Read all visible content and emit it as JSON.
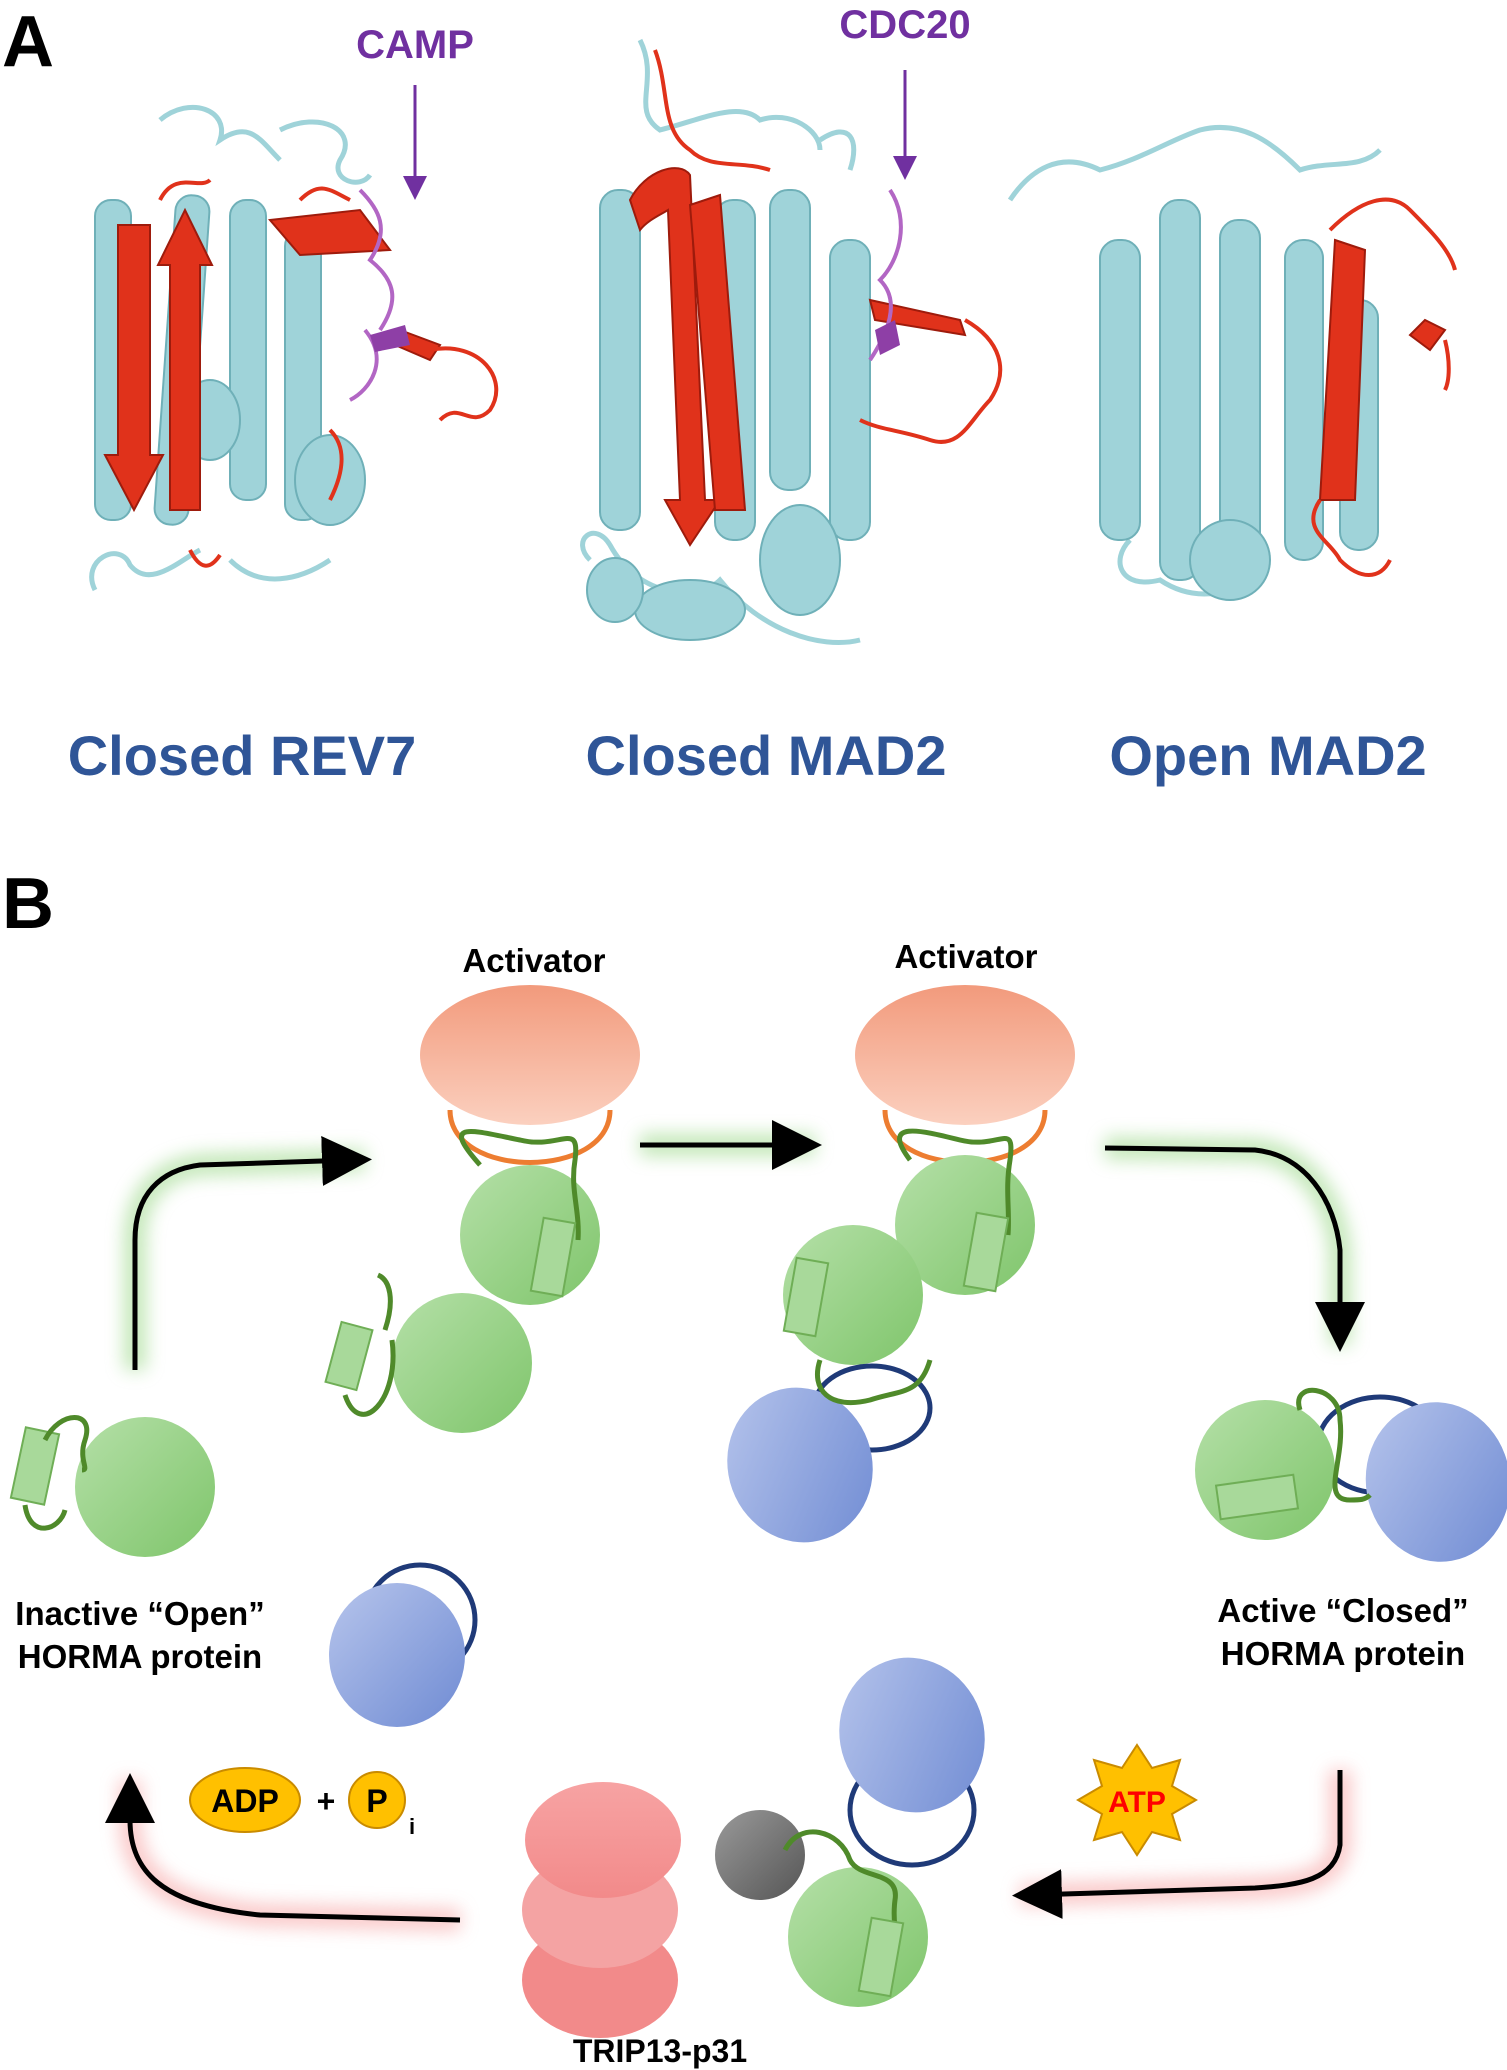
{
  "panel_a": {
    "letter": "A",
    "structures": [
      {
        "label": "Closed REV7",
        "peptide": "CAMP"
      },
      {
        "label": "Closed MAD2",
        "peptide": "CDC20"
      },
      {
        "label": "Open MAD2",
        "peptide": ""
      }
    ]
  },
  "panel_b": {
    "letter": "B",
    "activator_left": "Activator",
    "activator_right": "Activator",
    "inactive_line1": "Inactive “Open”",
    "inactive_line2": "HORMA protein",
    "active_line1": "Active “Closed”",
    "active_line2": "HORMA protein",
    "atp": "ATP",
    "adp": "ADP",
    "plus": "+",
    "pi_main": "P",
    "pi_sub": "i",
    "trip13": "TRIP13-p31"
  },
  "colors": {
    "label_blue": "#2f5597",
    "peptide_purple": "#7030a0",
    "helix_cyan": "#9fd3d9",
    "strand_red": "#e0321b",
    "activator_orange": "#f4a184",
    "horma_green": "#92cf80",
    "p31_blue": "#8ea3dd",
    "trip13_pink": "#f49b9b",
    "atp_yellow": "#ffc000",
    "atp_text_red": "#ff0000"
  }
}
